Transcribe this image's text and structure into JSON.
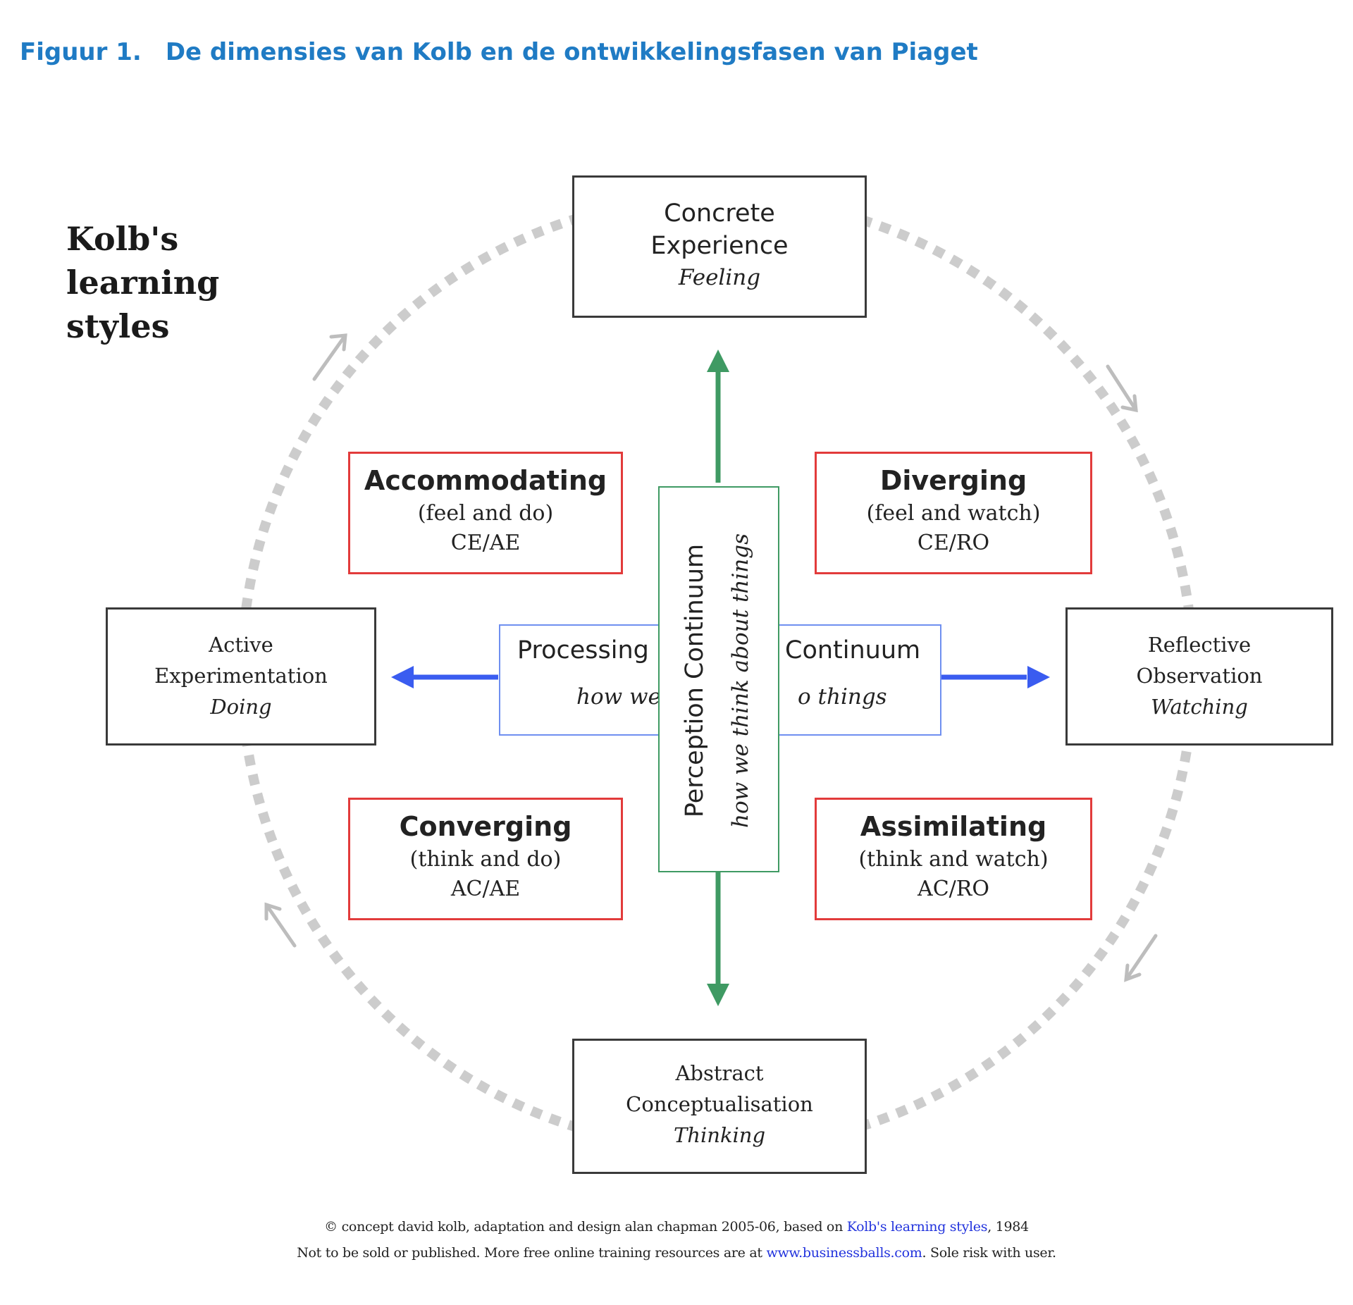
{
  "figure": {
    "number": "Figuur 1.",
    "title": "De dimensies van Kolb en de ontwikkelingsfasen van Piaget"
  },
  "heading": {
    "line1": "Kolb's",
    "line2": "learning",
    "line3": "styles"
  },
  "poles": {
    "concrete_experience": {
      "line1": "Concrete",
      "line2": "Experience",
      "sub": "Feeling"
    },
    "reflective_observation": {
      "line1": "Reflective",
      "line2": "Observation",
      "sub": "Watching"
    },
    "abstract_conceptualisation": {
      "line1": "Abstract",
      "line2": "Conceptualisation",
      "sub": "Thinking"
    },
    "active_experimentation": {
      "line1": "Active",
      "line2": "Experimentation",
      "sub": "Doing"
    }
  },
  "styles": {
    "accommodating": {
      "name": "Accommodating",
      "desc": "(feel and do)",
      "code": "CE/AE"
    },
    "diverging": {
      "name": "Diverging",
      "desc": "(feel and watch)",
      "code": "CE/RO"
    },
    "converging": {
      "name": "Converging",
      "desc": "(think and do)",
      "code": "AC/AE"
    },
    "assimilating": {
      "name": "Assimilating",
      "desc": "(think and watch)",
      "code": "AC/RO"
    }
  },
  "continua": {
    "processing": {
      "left": "Processing",
      "right": "Continuum",
      "sub_left": "how we",
      "sub_right": "o things"
    },
    "perception": {
      "title": "Perception Continuum",
      "sub": "how we think about things"
    }
  },
  "credits": {
    "line1_before": "© concept david kolb, adaptation and design alan chapman 2005-06, based on ",
    "line1_link": "Kolb's learning styles",
    "line1_after": ", 1984",
    "line2_before": "Not to be sold or published. More free online training resources are at ",
    "line2_link": "www.businessballs.com",
    "line2_after": ". Sole risk with user."
  },
  "colors": {
    "title_blue": "#1f7bc4",
    "perception_green": "#3f9a63",
    "processing_blue": "#3a5cf0",
    "style_red": "#e23b3b",
    "cycle_gray": "#cccccc",
    "link_blue": "#2233dd"
  }
}
